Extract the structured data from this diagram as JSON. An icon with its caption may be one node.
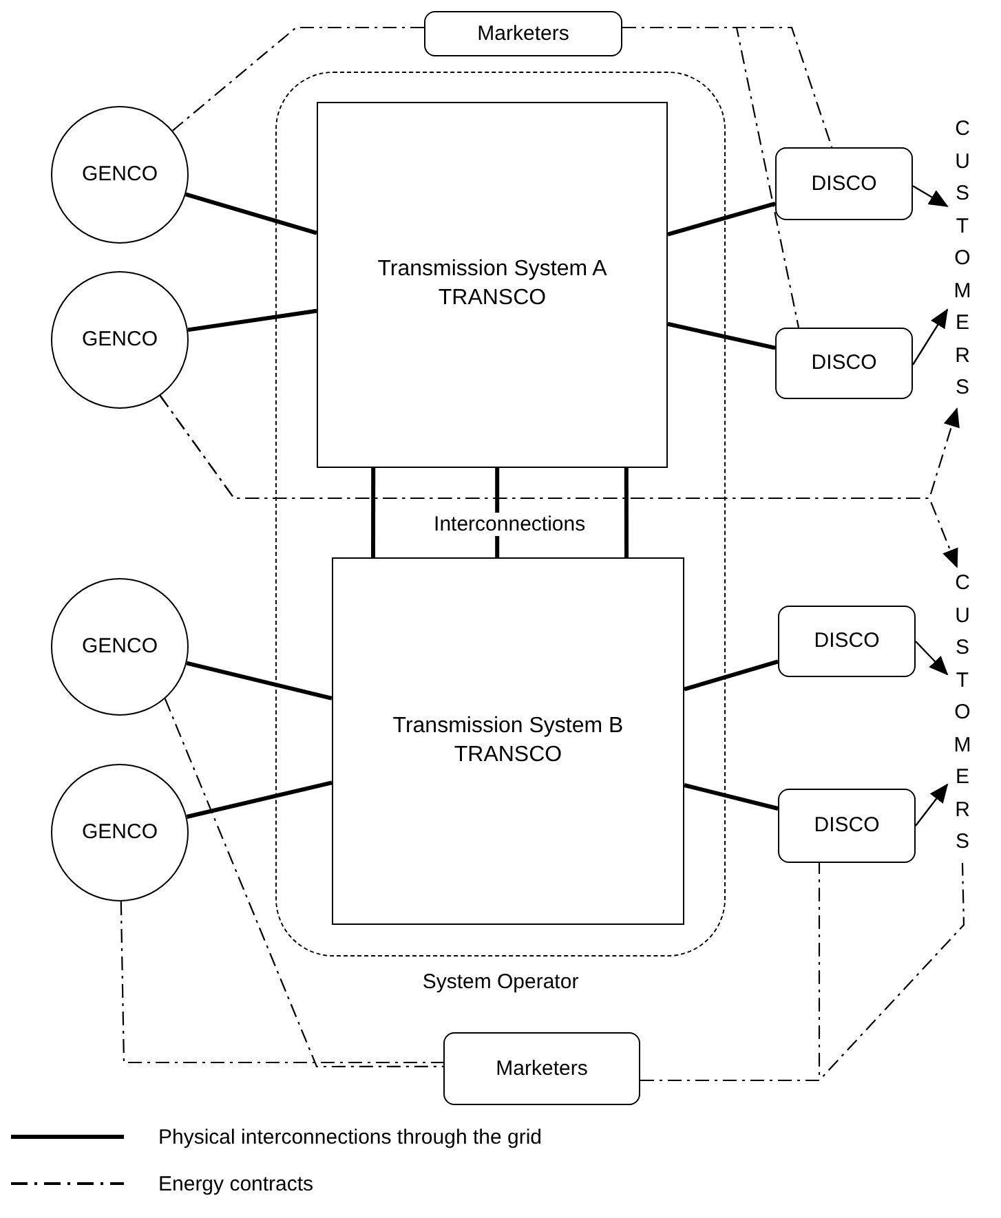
{
  "diagram": {
    "nodes": [
      {
        "text": [
          "System Operator"
        ]
      },
      {
        "text": [
          "Transmission System A TRANSCO"
        ],
        "in": 0
      },
      {
        "text": [
          "Transmission System B TRANSCO"
        ],
        "in": 0
      },
      {
        "text": [
          "Marketers"
        ]
      },
      {
        "text": [
          "GENCO"
        ]
      },
      {
        "text": [
          "GENCO"
        ]
      },
      {
        "text": [
          "GENCO"
        ]
      },
      {
        "text": [
          "GENCO"
        ]
      },
      {
        "text": [
          "DISCO"
        ]
      },
      {
        "text": [
          "DISCO"
        ]
      },
      {
        "text": [
          "DISCO"
        ]
      },
      {
        "text": [
          "DISCO"
        ]
      },
      {
        "text": [
          "CUSTOMERS"
        ]
      },
      {
        "text": [
          "CUSTOMERS"
        ]
      },
      {
        "text": [
          "Marketers"
        ]
      }
    ],
    "edges": [
      {
        "from": 4,
        "to": 1,
        "arrow": "none",
        "style": "thick"
      },
      {
        "from": 5,
        "to": 1,
        "arrow": "none",
        "style": "thick"
      },
      {
        "from": 1,
        "to": 8,
        "arrow": "none",
        "style": "thick"
      },
      {
        "from": 1,
        "to": 9,
        "arrow": "none",
        "style": "thick"
      },
      {
        "from": 6,
        "to": 2,
        "arrow": "none",
        "style": "thick"
      },
      {
        "from": 7,
        "to": 2,
        "arrow": "none",
        "style": "thick"
      },
      {
        "from": 2,
        "to": 10,
        "arrow": "none",
        "style": "thick"
      },
      {
        "from": 2,
        "to": 11,
        "arrow": "none",
        "style": "thick"
      },
      {
        "from": 1,
        "to": 2,
        "arrow": "none",
        "style": "thick"
      },
      {
        "from": 1,
        "to": 2,
        "arrow": "none",
        "style": "thick",
        "label": "Interconnections"
      },
      {
        "from": 1,
        "to": 2,
        "arrow": "none",
        "style": "thick"
      },
      {
        "from": 8,
        "to": 12,
        "arrow": "to"
      },
      {
        "from": 9,
        "to": 12,
        "arrow": "to"
      },
      {
        "from": 10,
        "to": 13,
        "arrow": "to"
      },
      {
        "from": 11,
        "to": 13,
        "arrow": "to"
      },
      {
        "from": 3,
        "to": 4,
        "arrow": "none",
        "style": "dashed"
      },
      {
        "from": 3,
        "to": 8,
        "arrow": "none",
        "style": "dashed"
      },
      {
        "from": 3,
        "to": 9,
        "arrow": "none",
        "style": "dashed"
      },
      {
        "from": 5,
        "to": 12,
        "arrow": "to",
        "style": "dashed"
      },
      {
        "from": 5,
        "to": 13,
        "arrow": "to",
        "style": "dashed"
      },
      {
        "from": 6,
        "to": 14,
        "arrow": "none",
        "style": "dashed"
      },
      {
        "from": 7,
        "to": 14,
        "arrow": "none",
        "style": "dashed"
      },
      {
        "from": 14,
        "to": 11,
        "arrow": "none",
        "style": "dashed"
      },
      {
        "from": 14,
        "to": 13,
        "arrow": "none",
        "style": "dashed"
      }
    ],
    "legend": [
      {
        "text": "Physical interconnections through the grid"
      },
      {
        "text": "Energy contracts"
      }
    ]
  }
}
